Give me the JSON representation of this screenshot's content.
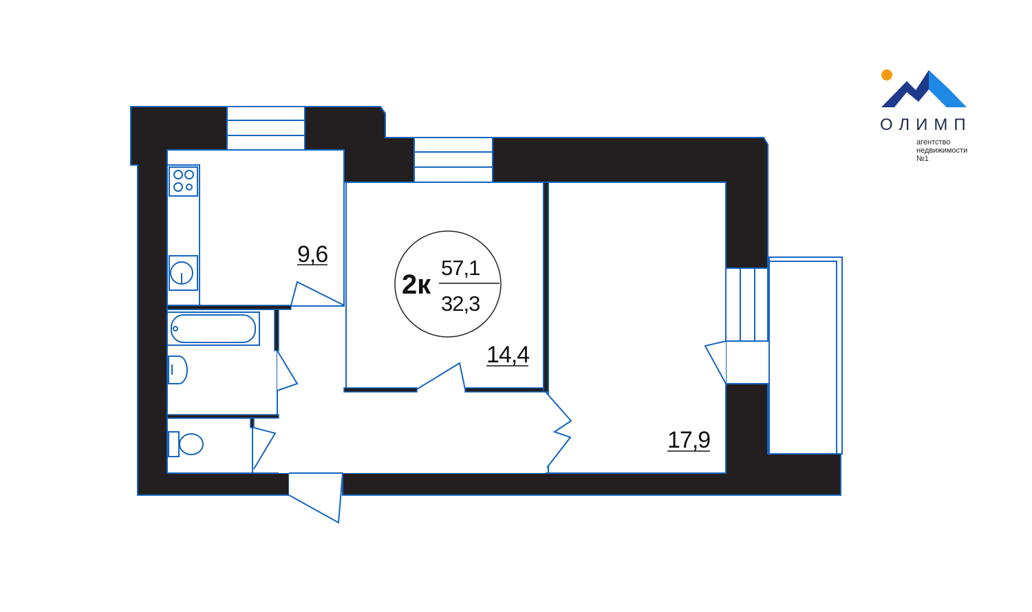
{
  "apartment": {
    "type_label": "2к",
    "total_area": "57,1",
    "living_area": "32,3"
  },
  "rooms": {
    "kitchen": "9,6",
    "bedroom": "14,4",
    "living_room": "17,9"
  },
  "logo": {
    "name": "ОЛИМП",
    "tagline_line1": "агентство",
    "tagline_line2": "недвижимости",
    "tagline_line3": "№1"
  },
  "colors": {
    "wall": "#231f20",
    "outline": "#1565c0",
    "logo_dark": "#1e3a8a",
    "logo_light": "#1e88e5",
    "sun": "#f39c12"
  }
}
